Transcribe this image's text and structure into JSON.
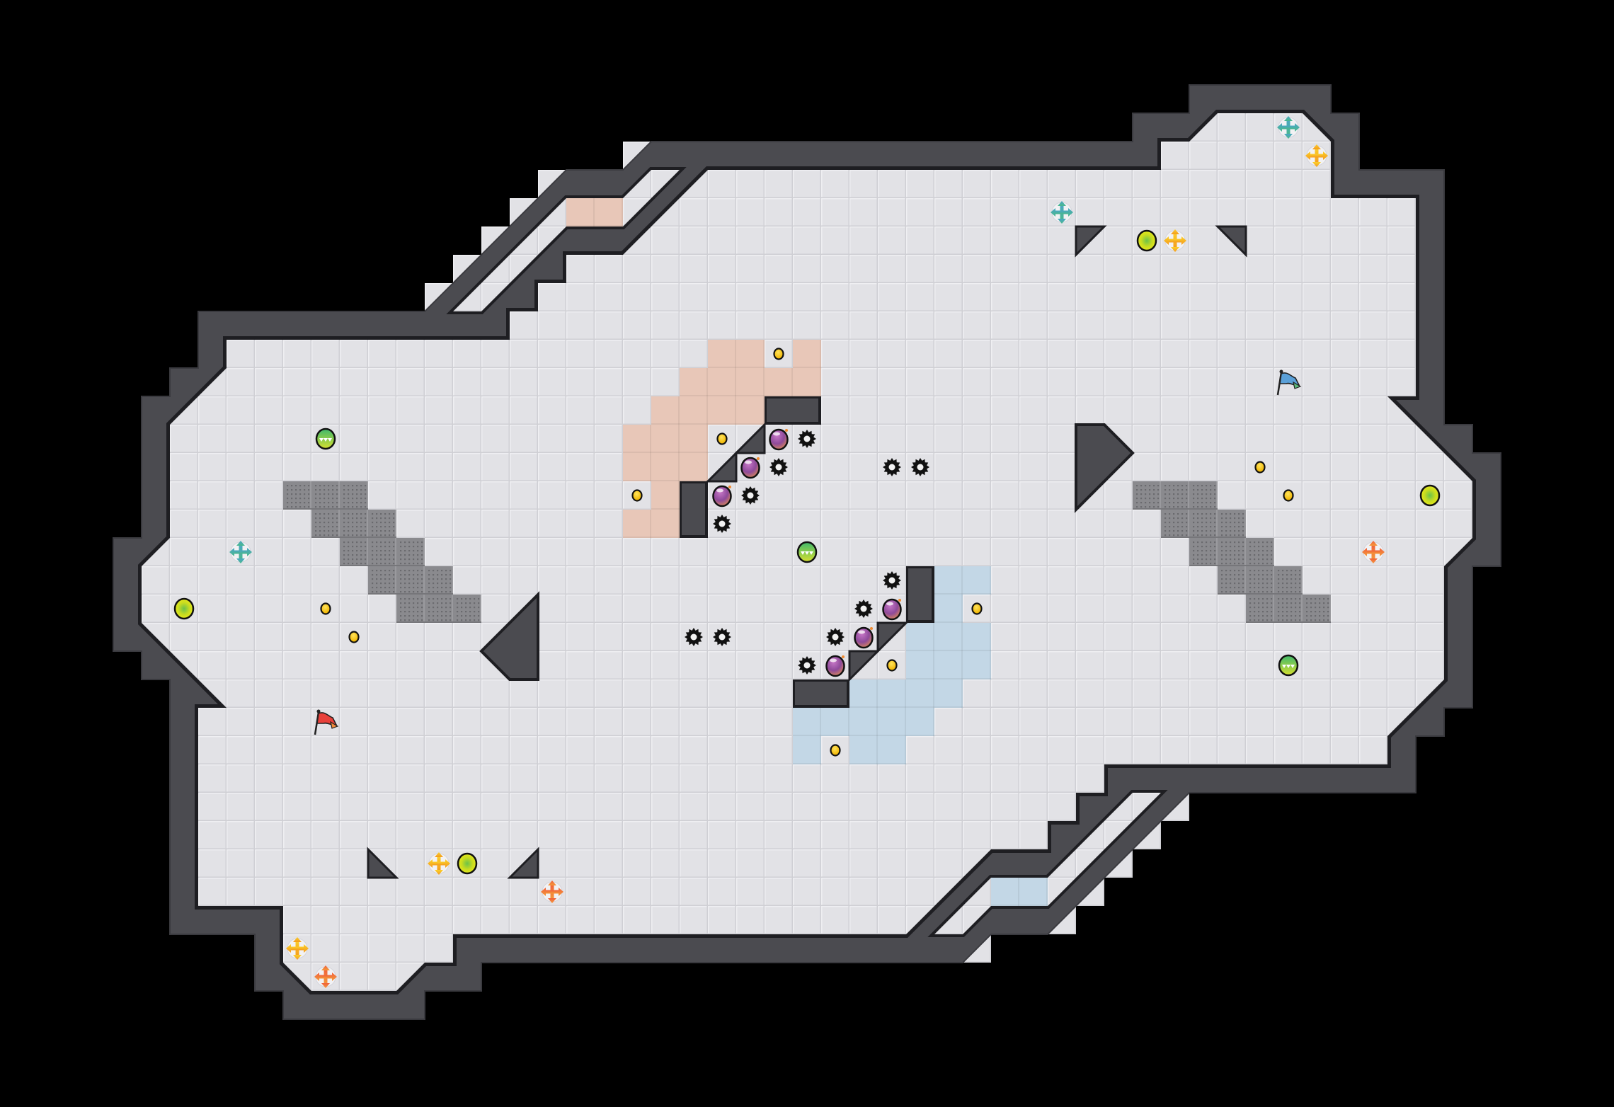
{
  "game": {
    "grid": {
      "cols": 57,
      "rows": 39
    },
    "colors": {
      "void": "#000000",
      "floor": "#e2e2e6",
      "floor_line": "#cfcfd4",
      "floor_highlight": "#efeff2",
      "wall": "#4b4b50",
      "wall_edge": "#1e1e22",
      "peach": "#e8c7b8",
      "blue": "#c3d7e6",
      "mesh": "#8a8a8e",
      "mesh_dot": "#6a6a6e",
      "gold": "#f5c400",
      "switch_yellow": "#d8e21a",
      "drone_green": "#4cbf6a",
      "bomb_purple": "#9a4f9c",
      "gear": "#111111",
      "teal": "#4aa6b8",
      "yellow": "#f7b52a",
      "orange": "#f06a3a",
      "flag_red": "#e8403a",
      "flag_blue": "#5aa0d8"
    }
  },
  "level": {
    "peach_tiles": [
      [
        20,
        7
      ],
      [
        21,
        7
      ],
      [
        25,
        12
      ],
      [
        26,
        12
      ],
      [
        28,
        12
      ],
      [
        24,
        13
      ],
      [
        25,
        13
      ],
      [
        26,
        13
      ],
      [
        27,
        13
      ],
      [
        28,
        13
      ],
      [
        23,
        14
      ],
      [
        24,
        14
      ],
      [
        25,
        14
      ],
      [
        26,
        14
      ],
      [
        22,
        15
      ],
      [
        23,
        15
      ],
      [
        24,
        15
      ],
      [
        22,
        16
      ],
      [
        23,
        16
      ],
      [
        24,
        16
      ],
      [
        23,
        17
      ],
      [
        22,
        18
      ],
      [
        23,
        18
      ]
    ],
    "blue_tiles": [
      [
        36,
        31
      ],
      [
        35,
        31
      ],
      [
        31,
        26
      ],
      [
        30,
        26
      ],
      [
        28,
        26
      ],
      [
        32,
        25
      ],
      [
        31,
        25
      ],
      [
        30,
        25
      ],
      [
        29,
        25
      ],
      [
        28,
        25
      ],
      [
        33,
        24
      ],
      [
        32,
        24
      ],
      [
        31,
        24
      ],
      [
        30,
        24
      ],
      [
        34,
        23
      ],
      [
        33,
        23
      ],
      [
        32,
        23
      ],
      [
        34,
        22
      ],
      [
        33,
        22
      ],
      [
        32,
        22
      ],
      [
        33,
        21
      ],
      [
        34,
        20
      ],
      [
        33,
        20
      ]
    ],
    "mesh_tiles": [
      [
        10,
        17
      ],
      [
        11,
        17
      ],
      [
        12,
        17
      ],
      [
        11,
        18
      ],
      [
        12,
        18
      ],
      [
        13,
        18
      ],
      [
        12,
        19
      ],
      [
        13,
        19
      ],
      [
        14,
        19
      ],
      [
        13,
        20
      ],
      [
        14,
        20
      ],
      [
        15,
        20
      ],
      [
        14,
        21
      ],
      [
        15,
        21
      ],
      [
        16,
        21
      ],
      [
        40,
        17
      ],
      [
        41,
        17
      ],
      [
        42,
        17
      ],
      [
        41,
        18
      ],
      [
        42,
        18
      ],
      [
        43,
        18
      ],
      [
        42,
        19
      ],
      [
        43,
        19
      ],
      [
        44,
        19
      ],
      [
        43,
        20
      ],
      [
        44,
        20
      ],
      [
        45,
        20
      ],
      [
        44,
        21
      ],
      [
        45,
        21
      ],
      [
        46,
        21
      ]
    ],
    "blocks": [
      {
        "name": "block-top-horizontal",
        "cells": [
          [
            27,
            14
          ],
          [
            28,
            14
          ]
        ]
      },
      {
        "name": "block-top-vertical",
        "cells": [
          [
            24,
            17
          ],
          [
            24,
            18
          ]
        ]
      },
      {
        "name": "block-bottom-horizontal",
        "cells": [
          [
            28,
            24
          ],
          [
            29,
            24
          ]
        ]
      },
      {
        "name": "block-bottom-vertical",
        "cells": [
          [
            32,
            20
          ],
          [
            32,
            21
          ]
        ]
      }
    ],
    "slopes": [
      {
        "cell": [
          26,
          15
        ],
        "dark_corner": "bottom-right"
      },
      {
        "cell": [
          25,
          16
        ],
        "dark_corner": "bottom-right"
      },
      {
        "cell": [
          31,
          22
        ],
        "dark_corner": "top-left"
      },
      {
        "cell": [
          30,
          23
        ],
        "dark_corner": "top-left"
      },
      {
        "cell": [
          38,
          8
        ],
        "dark_corner": "top-left"
      },
      {
        "cell": [
          43,
          8
        ],
        "dark_corner": "top-right"
      },
      {
        "cell": [
          18,
          30
        ],
        "dark_corner": "bottom-right"
      },
      {
        "cell": [
          13,
          30
        ],
        "dark_corner": "bottom-left"
      }
    ],
    "wedges": [
      {
        "name": "wedge-left",
        "side": "left"
      },
      {
        "name": "wedge-right",
        "side": "right"
      }
    ],
    "gold": [
      [
        27,
        12
      ],
      [
        25,
        15
      ],
      [
        22,
        17
      ],
      [
        31,
        23
      ],
      [
        34,
        21
      ],
      [
        29,
        26
      ],
      [
        11,
        21
      ],
      [
        12,
        22
      ],
      [
        44,
        16
      ],
      [
        45,
        17
      ]
    ],
    "switches": [
      [
        6,
        21
      ],
      [
        50,
        17
      ],
      [
        40,
        8
      ],
      [
        16,
        30
      ]
    ],
    "drones": [
      [
        11,
        15
      ],
      [
        28,
        19
      ],
      [
        45,
        23
      ]
    ],
    "gears": [
      [
        28,
        15
      ],
      [
        27,
        16
      ],
      [
        26,
        17
      ],
      [
        25,
        18
      ],
      [
        31,
        16
      ],
      [
        32,
        16
      ],
      [
        28,
        23
      ],
      [
        29,
        22
      ],
      [
        30,
        21
      ],
      [
        31,
        20
      ],
      [
        25,
        22
      ],
      [
        24,
        22
      ]
    ],
    "bombs": [
      [
        27,
        15
      ],
      [
        26,
        16
      ],
      [
        25,
        17
      ],
      [
        29,
        23
      ],
      [
        30,
        22
      ],
      [
        31,
        21
      ]
    ],
    "crosses": [
      {
        "cell": [
          8,
          19
        ],
        "color": "teal"
      },
      {
        "cell": [
          37,
          7
        ],
        "color": "teal"
      },
      {
        "cell": [
          45,
          4
        ],
        "color": "teal"
      },
      {
        "cell": [
          46,
          5
        ],
        "color": "yellow"
      },
      {
        "cell": [
          41,
          8
        ],
        "color": "yellow"
      },
      {
        "cell": [
          48,
          19
        ],
        "color": "orange"
      },
      {
        "cell": [
          15,
          30
        ],
        "color": "yellow"
      },
      {
        "cell": [
          19,
          31
        ],
        "color": "orange"
      },
      {
        "cell": [
          10,
          33
        ],
        "color": "yellow"
      },
      {
        "cell": [
          11,
          34
        ],
        "color": "orange"
      }
    ],
    "flags": [
      {
        "cell": [
          11,
          25
        ],
        "color": "flag_red",
        "name": "red-flag-icon"
      },
      {
        "cell": [
          45,
          13
        ],
        "color": "flag_blue",
        "name": "blue-flag-icon"
      }
    ]
  }
}
